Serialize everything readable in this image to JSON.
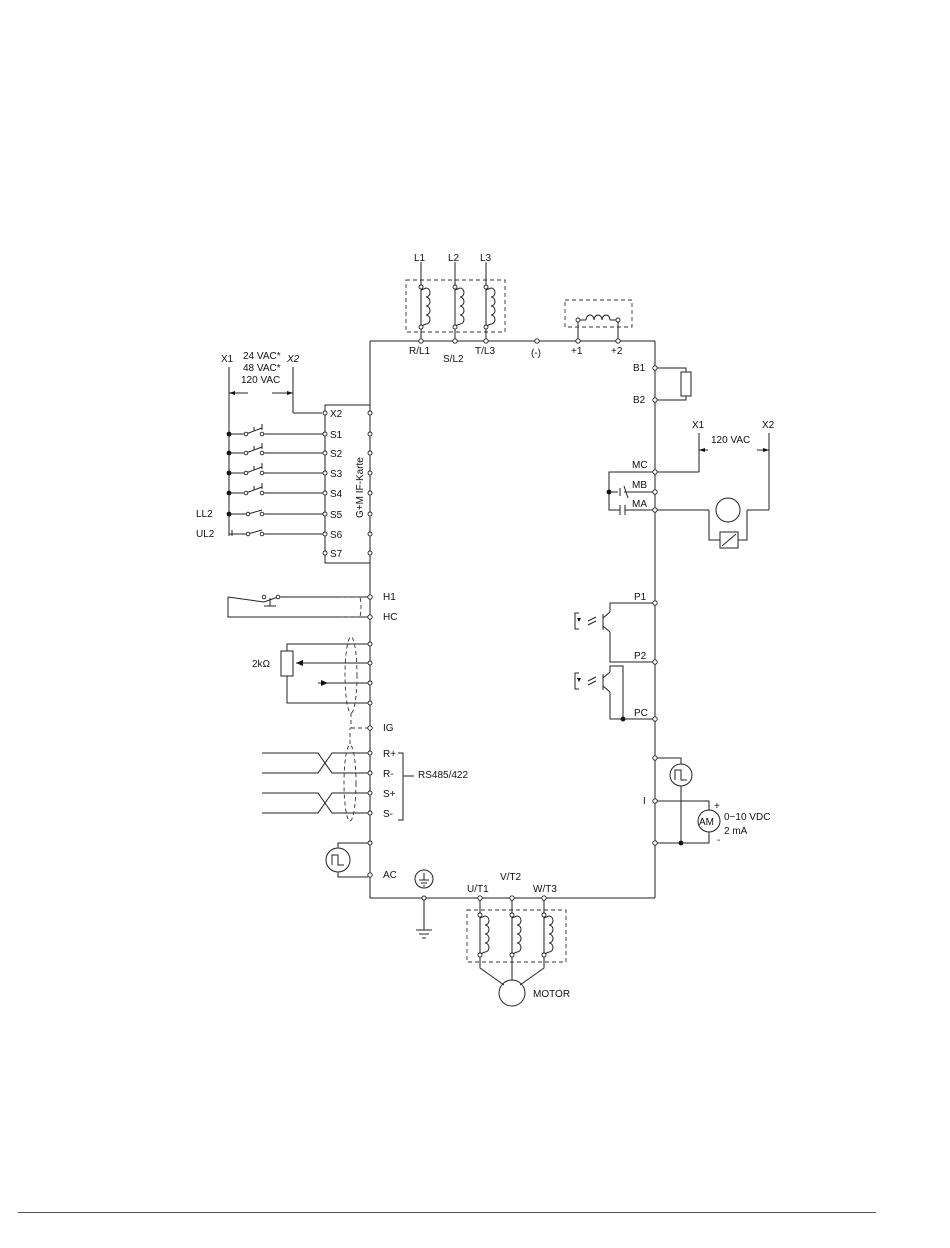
{
  "power_input": {
    "l1": "L1",
    "l2": "L2",
    "l3": "L3",
    "rl1": "R/L1",
    "sl2": "S/L2",
    "tl3": "T/L3",
    "dc_minus": "(-)",
    "plus1": "+1",
    "plus2": "+2"
  },
  "braking": {
    "b1": "B1",
    "b2": "B2"
  },
  "control_supply": {
    "x1": "X1",
    "x2": "X2",
    "v24": "24 VAC*",
    "v48": "48 VAC*",
    "v120": "120 VAC"
  },
  "interface_card": {
    "label": "G+M IF-Karte",
    "terminals": [
      "X2",
      "S1",
      "S2",
      "S3",
      "S4",
      "S5",
      "S6",
      "S7"
    ],
    "ll2": "LL2",
    "ul2": "UL2"
  },
  "safety": {
    "h1": "H1",
    "hc": "HC"
  },
  "analog_input": {
    "pot": "2kΩ",
    "ig": "IG"
  },
  "serial": {
    "terminals": [
      "R+",
      "R-",
      "S+",
      "S-"
    ],
    "label": "RS485/422"
  },
  "pulse": {
    "ac": "AC"
  },
  "relay_output": {
    "x1": "X1",
    "x2": "X2",
    "voltage": "120 VAC",
    "mc": "MC",
    "mb": "MB",
    "ma": "MA"
  },
  "photo_outputs": {
    "p1": "P1",
    "p2": "P2",
    "pc": "PC"
  },
  "analog_output": {
    "i": "I",
    "plus": "+",
    "minus": "-",
    "meter": "AM",
    "range": "0~10 VDC",
    "current": "2 mA"
  },
  "motor_output": {
    "ut1": "U/T1",
    "vt2": "V/T2",
    "wt3": "W/T3",
    "motor": "MOTOR"
  },
  "icons": [
    "coil-icon",
    "switch-icon",
    "resistor-icon",
    "potentiometer-icon",
    "optocoupler-icon",
    "pulse-icon",
    "ammeter-icon",
    "ground-icon",
    "motor-icon"
  ]
}
